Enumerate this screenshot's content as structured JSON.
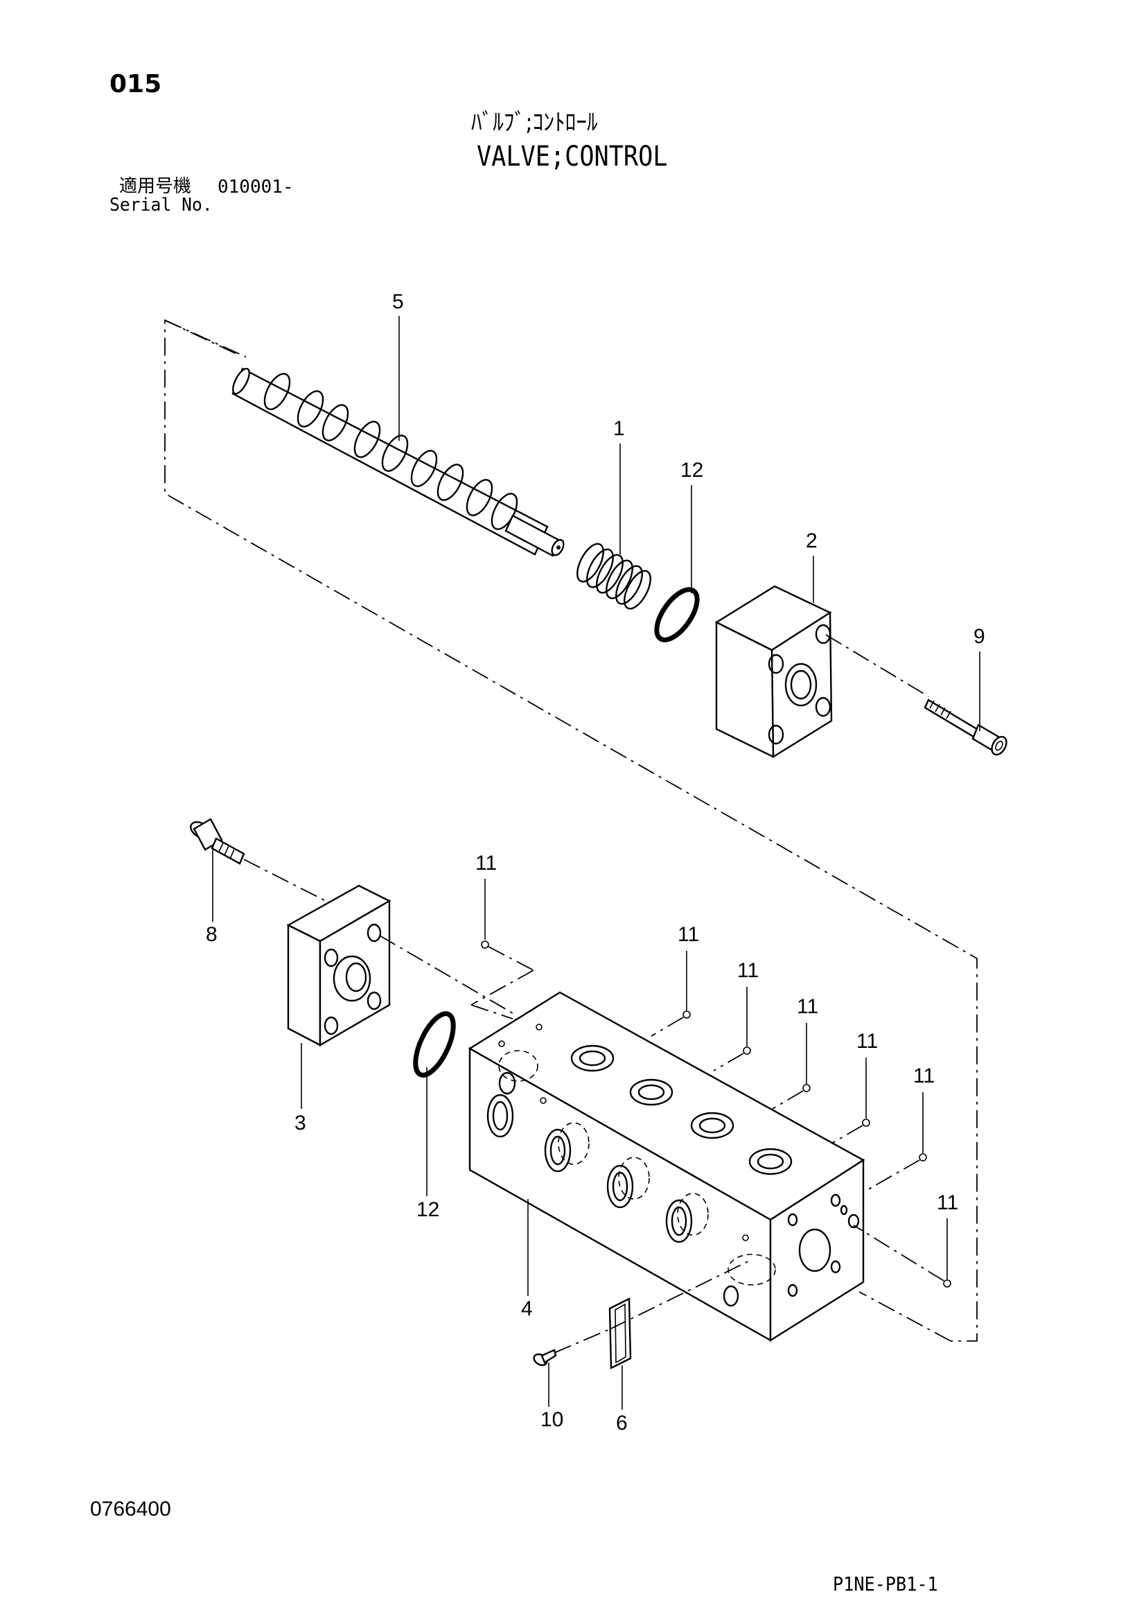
{
  "header": {
    "page_number": "015",
    "title_jp": "ﾊﾞﾙﾌﾞ;ｺﾝﾄﾛｰﾙ",
    "title_en": "VALVE;CONTROL",
    "serial_label_jp": "適用号機",
    "serial_value": "010001-",
    "serial_label_en": "Serial No."
  },
  "footer": {
    "drawing_number": "0766400",
    "sheet_code": "P1NE-PB1-1"
  },
  "callouts": {
    "c1": "1",
    "c2": "2",
    "c3": "3",
    "c4": "4",
    "c5": "5",
    "c6": "6",
    "c8": "8",
    "c9": "9",
    "c10": "10",
    "c11a": "11",
    "c11b": "11",
    "c11c": "11",
    "c11d": "11",
    "c11e": "11",
    "c11f": "11",
    "c11g": "11",
    "c12a": "12",
    "c12b": "12"
  }
}
